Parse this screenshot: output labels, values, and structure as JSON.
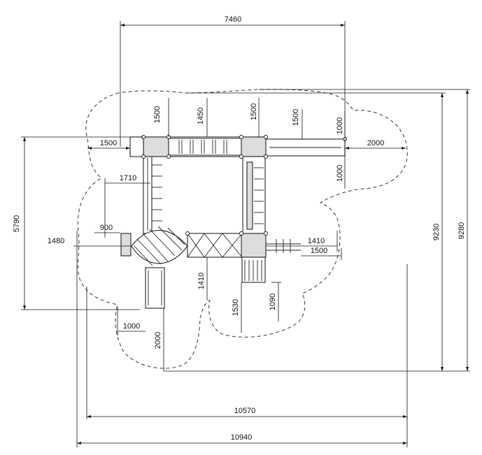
{
  "drawing": {
    "line_color": "#111111",
    "dimensions": {
      "top_width": "7460",
      "left_top_gap": "1500",
      "pillar_top_1": "1500",
      "beam_top": "1450",
      "pillar_top_2": "1500",
      "slide_top": "1500",
      "slide_right_top": "1000",
      "slide_right_bottom": "1000",
      "slide_right_width": "2000",
      "left_overall": "5790",
      "climber_left": "1710",
      "deck_left": "900",
      "left_wall": "1480",
      "right_deck_1": "1410",
      "right_deck_2": "1500",
      "bridge_below": "1410",
      "steps_below": "1530",
      "steps_right": "1090",
      "ladder_left": "1000",
      "ladder_below": "2000",
      "overall_height_inner": "9230",
      "overall_height_outer": "9280",
      "overall_width_inner": "10570",
      "overall_width_outer": "10940"
    }
  }
}
